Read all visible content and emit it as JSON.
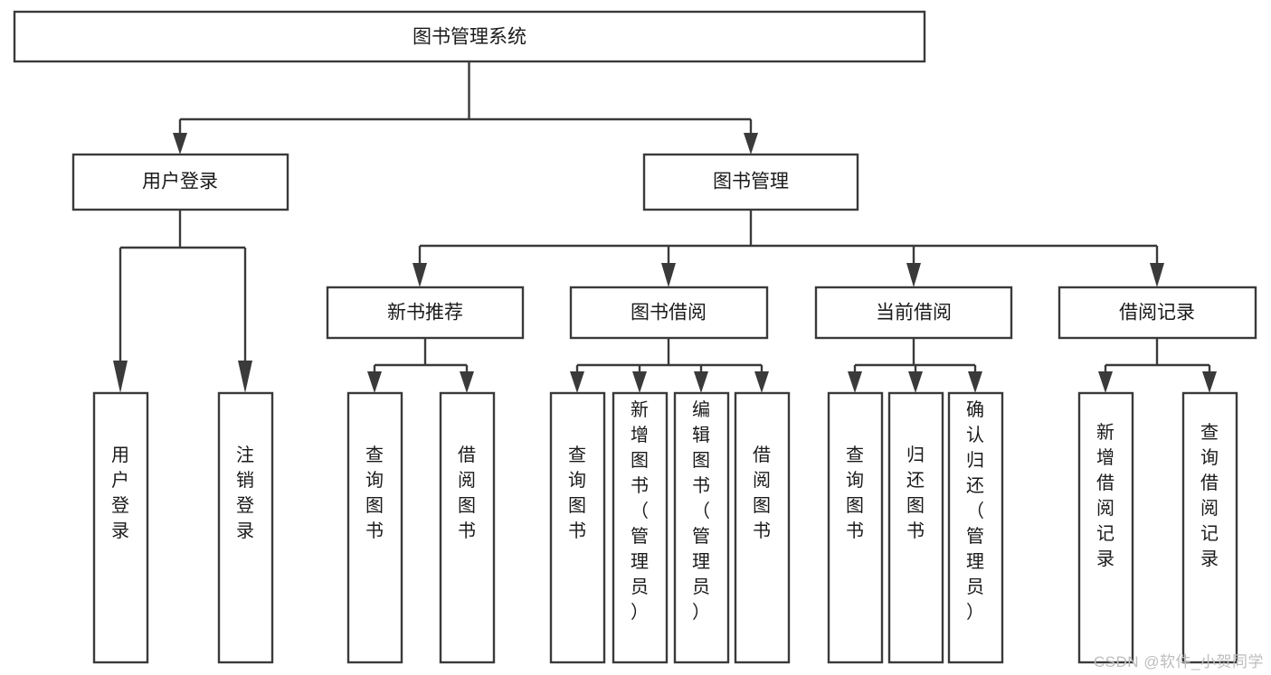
{
  "diagram": {
    "title": "图书管理系统",
    "type": "tree-hierarchy-functional-structure",
    "watermark": "CSDN @软件_小贺同学",
    "colors": {
      "box_stroke": "#3a3a3a",
      "box_fill": "#ffffff",
      "text": "#1a1a1a",
      "connector": "#3a3a3a",
      "background": "#ffffff",
      "watermark": "#bdbdbd"
    },
    "levels": {
      "root": {
        "label": "图书管理系统"
      },
      "level2": [
        {
          "id": "user-login",
          "label": "用户登录"
        },
        {
          "id": "book-manage",
          "label": "图书管理"
        }
      ],
      "level3": [
        {
          "id": "new-book-recommend",
          "label": "新书推荐",
          "parent": "book-manage"
        },
        {
          "id": "book-borrow",
          "label": "图书借阅",
          "parent": "book-manage"
        },
        {
          "id": "current-borrow",
          "label": "当前借阅",
          "parent": "book-manage"
        },
        {
          "id": "borrow-record",
          "label": "借阅记录",
          "parent": "book-manage"
        }
      ],
      "leaves": [
        {
          "id": "leaf-user-login",
          "label": "用户登录",
          "parent": "user-login"
        },
        {
          "id": "leaf-logout",
          "label": "注销登录",
          "parent": "user-login"
        },
        {
          "id": "leaf-query-book-1",
          "label": "查询图书",
          "parent": "new-book-recommend"
        },
        {
          "id": "leaf-borrow-book-1",
          "label": "借阅图书",
          "parent": "new-book-recommend"
        },
        {
          "id": "leaf-query-book-2",
          "label": "查询图书",
          "parent": "book-borrow"
        },
        {
          "id": "leaf-add-book",
          "label": "新增图书（管理员）",
          "parent": "book-borrow"
        },
        {
          "id": "leaf-edit-book",
          "label": "编辑图书（管理员）",
          "parent": "book-borrow"
        },
        {
          "id": "leaf-borrow-book-2",
          "label": "借阅图书",
          "parent": "book-borrow"
        },
        {
          "id": "leaf-query-book-3",
          "label": "查询图书",
          "parent": "current-borrow"
        },
        {
          "id": "leaf-return-book",
          "label": "归还图书",
          "parent": "current-borrow"
        },
        {
          "id": "leaf-confirm-return",
          "label": "确认归还（管理员）",
          "parent": "current-borrow"
        },
        {
          "id": "leaf-add-record",
          "label": "新增借阅记录",
          "parent": "borrow-record"
        },
        {
          "id": "leaf-query-record",
          "label": "查询借阅记录",
          "parent": "borrow-record"
        }
      ]
    }
  }
}
